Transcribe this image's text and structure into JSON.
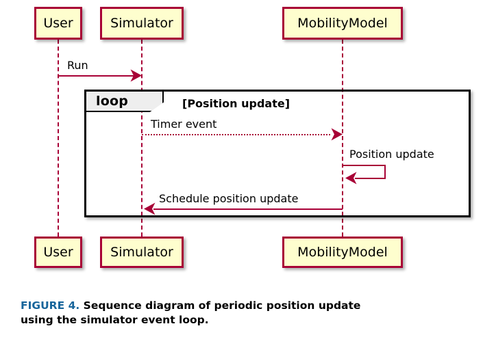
{
  "diagram": {
    "type": "uml-sequence-diagram",
    "colors": {
      "participant_fill": "#FEFECE",
      "participant_border": "#A80036",
      "message_line": "#A80036",
      "fragment_border": "#000000",
      "fragment_tab_fill": "#EEEEEE",
      "caption_accent": "#17659B"
    },
    "participants": [
      {
        "id": "user",
        "label": "User"
      },
      {
        "id": "simulator",
        "label": "Simulator"
      },
      {
        "id": "mobilitymodel",
        "label": "MobilityModel"
      }
    ],
    "fragment": {
      "operator": "loop",
      "guard": "[Position update]"
    },
    "messages": [
      {
        "id": "run",
        "label": "Run",
        "from": "user",
        "to": "simulator",
        "style": "solid",
        "direction": "right"
      },
      {
        "id": "timer-event",
        "label": "Timer event",
        "from": "simulator",
        "to": "mobilitymodel",
        "style": "dotted",
        "direction": "right"
      },
      {
        "id": "position-update",
        "label": "Position update",
        "from": "mobilitymodel",
        "to": "mobilitymodel",
        "style": "solid",
        "direction": "self"
      },
      {
        "id": "schedule-position-update",
        "label": "Schedule position update",
        "from": "mobilitymodel",
        "to": "simulator",
        "style": "solid",
        "direction": "left"
      }
    ]
  },
  "caption": {
    "figure_number": "FIGURE 4.",
    "text": "Sequence diagram of periodic position update using the simulator event loop."
  }
}
